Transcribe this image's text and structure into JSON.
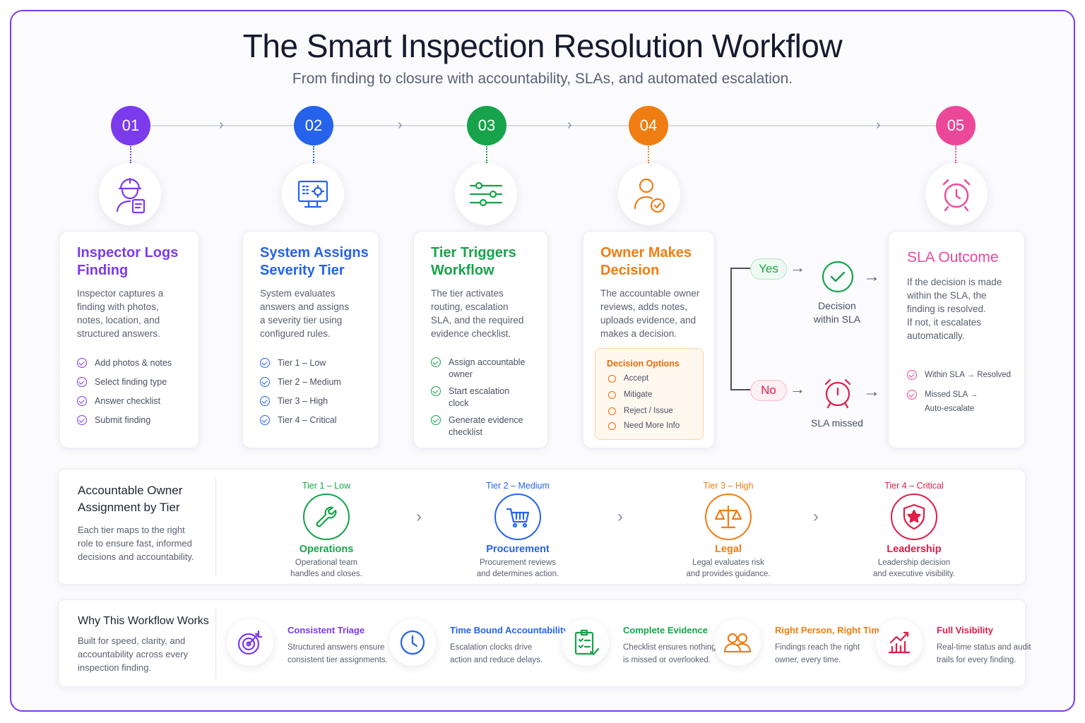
{
  "title": "The Smart Inspection Resolution Workflow",
  "subtitle": "From finding to closure with accountability, SLAs, and automated escalation.",
  "colors": {
    "step1": "#7c3aed",
    "step2": "#2563eb",
    "step3": "#16a34a",
    "step4": "#f07d12",
    "step5": "#ec4899",
    "yes": "#16a34a",
    "no": "#e11d48"
  },
  "steps": [
    {
      "number": "01",
      "icon": "inspector-icon",
      "title_line1": "Inspector Logs",
      "title_line2": "Finding",
      "desc": [
        "Inspector captures a",
        "finding with photos,",
        "notes, location, and",
        "structured answers."
      ],
      "items": [
        "Add photos & notes",
        "Select finding type",
        "Answer checklist",
        "Submit finding"
      ]
    },
    {
      "number": "02",
      "icon": "monitor-gear-icon",
      "title_line1": "System Assigns",
      "title_line2": "Severity Tier",
      "desc": [
        "System evaluates",
        "answers and assigns",
        "a severity tier using",
        "configured rules."
      ],
      "items": [
        "Tier 1 – Low",
        "Tier 2 – Medium",
        "Tier 3 – High",
        "Tier 4 – Critical"
      ]
    },
    {
      "number": "03",
      "icon": "sliders-icon",
      "title_line1": "Tier Triggers",
      "title_line2": "Workflow",
      "desc": [
        "The tier activates",
        "routing, escalation",
        "SLA, and the required",
        "evidence checklist."
      ],
      "items": [
        [
          "Assign accountable",
          "owner"
        ],
        [
          "Start escalation",
          "clock"
        ],
        [
          "Generate evidence",
          "checklist"
        ]
      ]
    },
    {
      "number": "04",
      "icon": "user-check-icon",
      "title_line1": "Owner Makes",
      "title_line2": "Decision",
      "desc": [
        "The accountable owner",
        "reviews, adds notes,",
        "uploads evidence, and",
        "makes a decision."
      ],
      "decision_title": "Decision Options",
      "options": [
        "Accept",
        "Mitigate",
        "Reject / Issue",
        "Need More Info"
      ]
    },
    {
      "number": "05",
      "icon": "alarm-clock-icon",
      "title": "SLA Outcome",
      "desc": [
        "If the decision is made",
        "within the SLA, the",
        "finding is resolved.",
        "If not, it escalates",
        "automatically."
      ],
      "items": [
        "Within SLA → Resolved",
        [
          "Missed SLA →",
          "Auto-escalate"
        ]
      ]
    }
  ],
  "branch": {
    "yes_label": "Yes",
    "no_label": "No",
    "yes_outcome": [
      "Decision",
      "within SLA"
    ],
    "no_outcome": "SLA missed"
  },
  "owners_panel": {
    "title": [
      "Accountable Owner",
      "Assignment by Tier"
    ],
    "desc": [
      "Each tier maps to the right",
      "role to ensure fast, informed",
      "decisions and accountability."
    ],
    "tiers": [
      {
        "label": "Tier 1 – Low",
        "name": "Operations",
        "desc": [
          "Operational team",
          "handles and closes."
        ],
        "color": "#16a34a",
        "icon": "wrench-icon"
      },
      {
        "label": "Tier 2 – Medium",
        "name": "Procurement",
        "desc": [
          "Procurement reviews",
          "and determines action."
        ],
        "color": "#2563eb",
        "icon": "cart-icon"
      },
      {
        "label": "Tier 3 – High",
        "name": "Legal",
        "desc": [
          "Legal evaluates risk",
          "and provides guidance."
        ],
        "color": "#f07d12",
        "icon": "scales-icon"
      },
      {
        "label": "Tier 4 – Critical",
        "name": "Leadership",
        "desc": [
          "Leadership decision",
          "and executive visibility."
        ],
        "color": "#e11d48",
        "icon": "shield-star-icon"
      }
    ]
  },
  "why_panel": {
    "title": "Why This Workflow Works",
    "desc": [
      "Built for speed, clarity, and",
      "accountability across every",
      "inspection finding."
    ],
    "items": [
      {
        "title": "Consistent Triage",
        "desc": [
          "Structured answers ensure",
          "consistent tier assignments."
        ],
        "color": "#7c3aed",
        "icon": "target-icon"
      },
      {
        "title": "Time Bound Accountability",
        "desc": [
          "Escalation clocks drive",
          "action and reduce delays."
        ],
        "color": "#2563eb",
        "icon": "clock-icon"
      },
      {
        "title": "Complete Evidence",
        "desc": [
          "Checklist ensures nothing",
          "is missed or overlooked."
        ],
        "color": "#16a34a",
        "icon": "checklist-icon"
      },
      {
        "title": "Right Person, Right Time",
        "desc": [
          "Findings reach the right",
          "owner, every time."
        ],
        "color": "#f07d12",
        "icon": "people-icon"
      },
      {
        "title": "Full Visibility",
        "desc": [
          "Real-time status and audit",
          "trails for every finding."
        ],
        "color": "#e11d48",
        "icon": "chart-icon"
      }
    ]
  }
}
